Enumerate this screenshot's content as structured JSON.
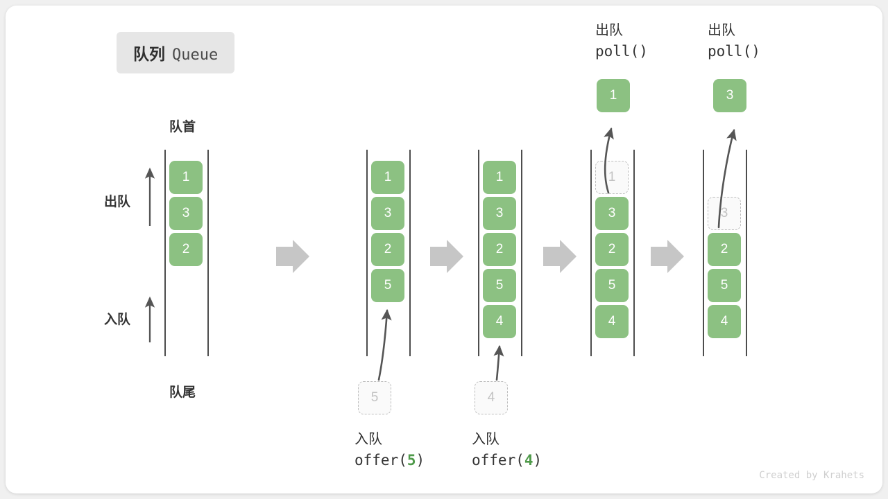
{
  "title": {
    "cn": "队列",
    "en": "Queue"
  },
  "labels": {
    "head": "队首",
    "tail": "队尾",
    "dequeue": "出队",
    "enqueue": "入队"
  },
  "watermark": "Created by Krahets",
  "colors": {
    "cell_fill": "#8cc182",
    "cell_text": "#ffffff",
    "ghost_fill": "#fafafa",
    "ghost_border": "#bdbdbd",
    "ghost_text": "#c2c2c2",
    "rail": "#4d4d4d",
    "arrow": "#555555",
    "step_arrow": "#c6c6c6",
    "badge_bg": "#e6e6e6",
    "accent_green": "#4f9a4a",
    "card_bg": "#ffffff",
    "page_bg": "#f0f0f0"
  },
  "side_arrows": [
    {
      "label": "出队",
      "direction": "up"
    },
    {
      "label": "入队",
      "direction": "up"
    }
  ],
  "chart_data": {
    "type": "diagram",
    "title": "队列 Queue",
    "description": "Queue operation sequence: offer(5), offer(4), poll(), poll()",
    "columns": [
      {
        "index": 0,
        "name": "initial-state",
        "cells": [
          {
            "value": "1",
            "state": "full"
          },
          {
            "value": "3",
            "state": "full"
          },
          {
            "value": "2",
            "state": "full"
          }
        ],
        "operation": null,
        "result": null
      },
      {
        "index": 1,
        "name": "after-offer-5",
        "cells": [
          {
            "value": "1",
            "state": "full"
          },
          {
            "value": "3",
            "state": "full"
          },
          {
            "value": "2",
            "state": "full"
          },
          {
            "value": "5",
            "state": "full"
          }
        ],
        "operation": {
          "cn": "入队",
          "code": "offer(",
          "arg": "5",
          "code_end": ")"
        },
        "incoming": {
          "value": "5",
          "state": "ghost"
        },
        "result": null
      },
      {
        "index": 2,
        "name": "after-offer-4",
        "cells": [
          {
            "value": "1",
            "state": "full"
          },
          {
            "value": "3",
            "state": "full"
          },
          {
            "value": "2",
            "state": "full"
          },
          {
            "value": "5",
            "state": "full"
          },
          {
            "value": "4",
            "state": "full"
          }
        ],
        "operation": {
          "cn": "入队",
          "code": "offer(",
          "arg": "4",
          "code_end": ")"
        },
        "incoming": {
          "value": "4",
          "state": "ghost"
        },
        "result": null
      },
      {
        "index": 3,
        "name": "after-poll-1",
        "cells": [
          {
            "value": "1",
            "state": "ghost"
          },
          {
            "value": "3",
            "state": "full"
          },
          {
            "value": "2",
            "state": "full"
          },
          {
            "value": "5",
            "state": "full"
          },
          {
            "value": "4",
            "state": "full"
          }
        ],
        "operation": {
          "cn": "出队",
          "code": "poll()",
          "arg": "",
          "code_end": ""
        },
        "result": {
          "value": "1",
          "state": "full"
        }
      },
      {
        "index": 4,
        "name": "after-poll-3",
        "cells": [
          {
            "value": "",
            "state": "empty"
          },
          {
            "value": "3",
            "state": "ghost"
          },
          {
            "value": "2",
            "state": "full"
          },
          {
            "value": "5",
            "state": "full"
          },
          {
            "value": "4",
            "state": "full"
          }
        ],
        "operation": {
          "cn": "出队",
          "code": "poll()",
          "arg": "",
          "code_end": ""
        },
        "result": {
          "value": "3",
          "state": "full"
        }
      }
    ]
  }
}
